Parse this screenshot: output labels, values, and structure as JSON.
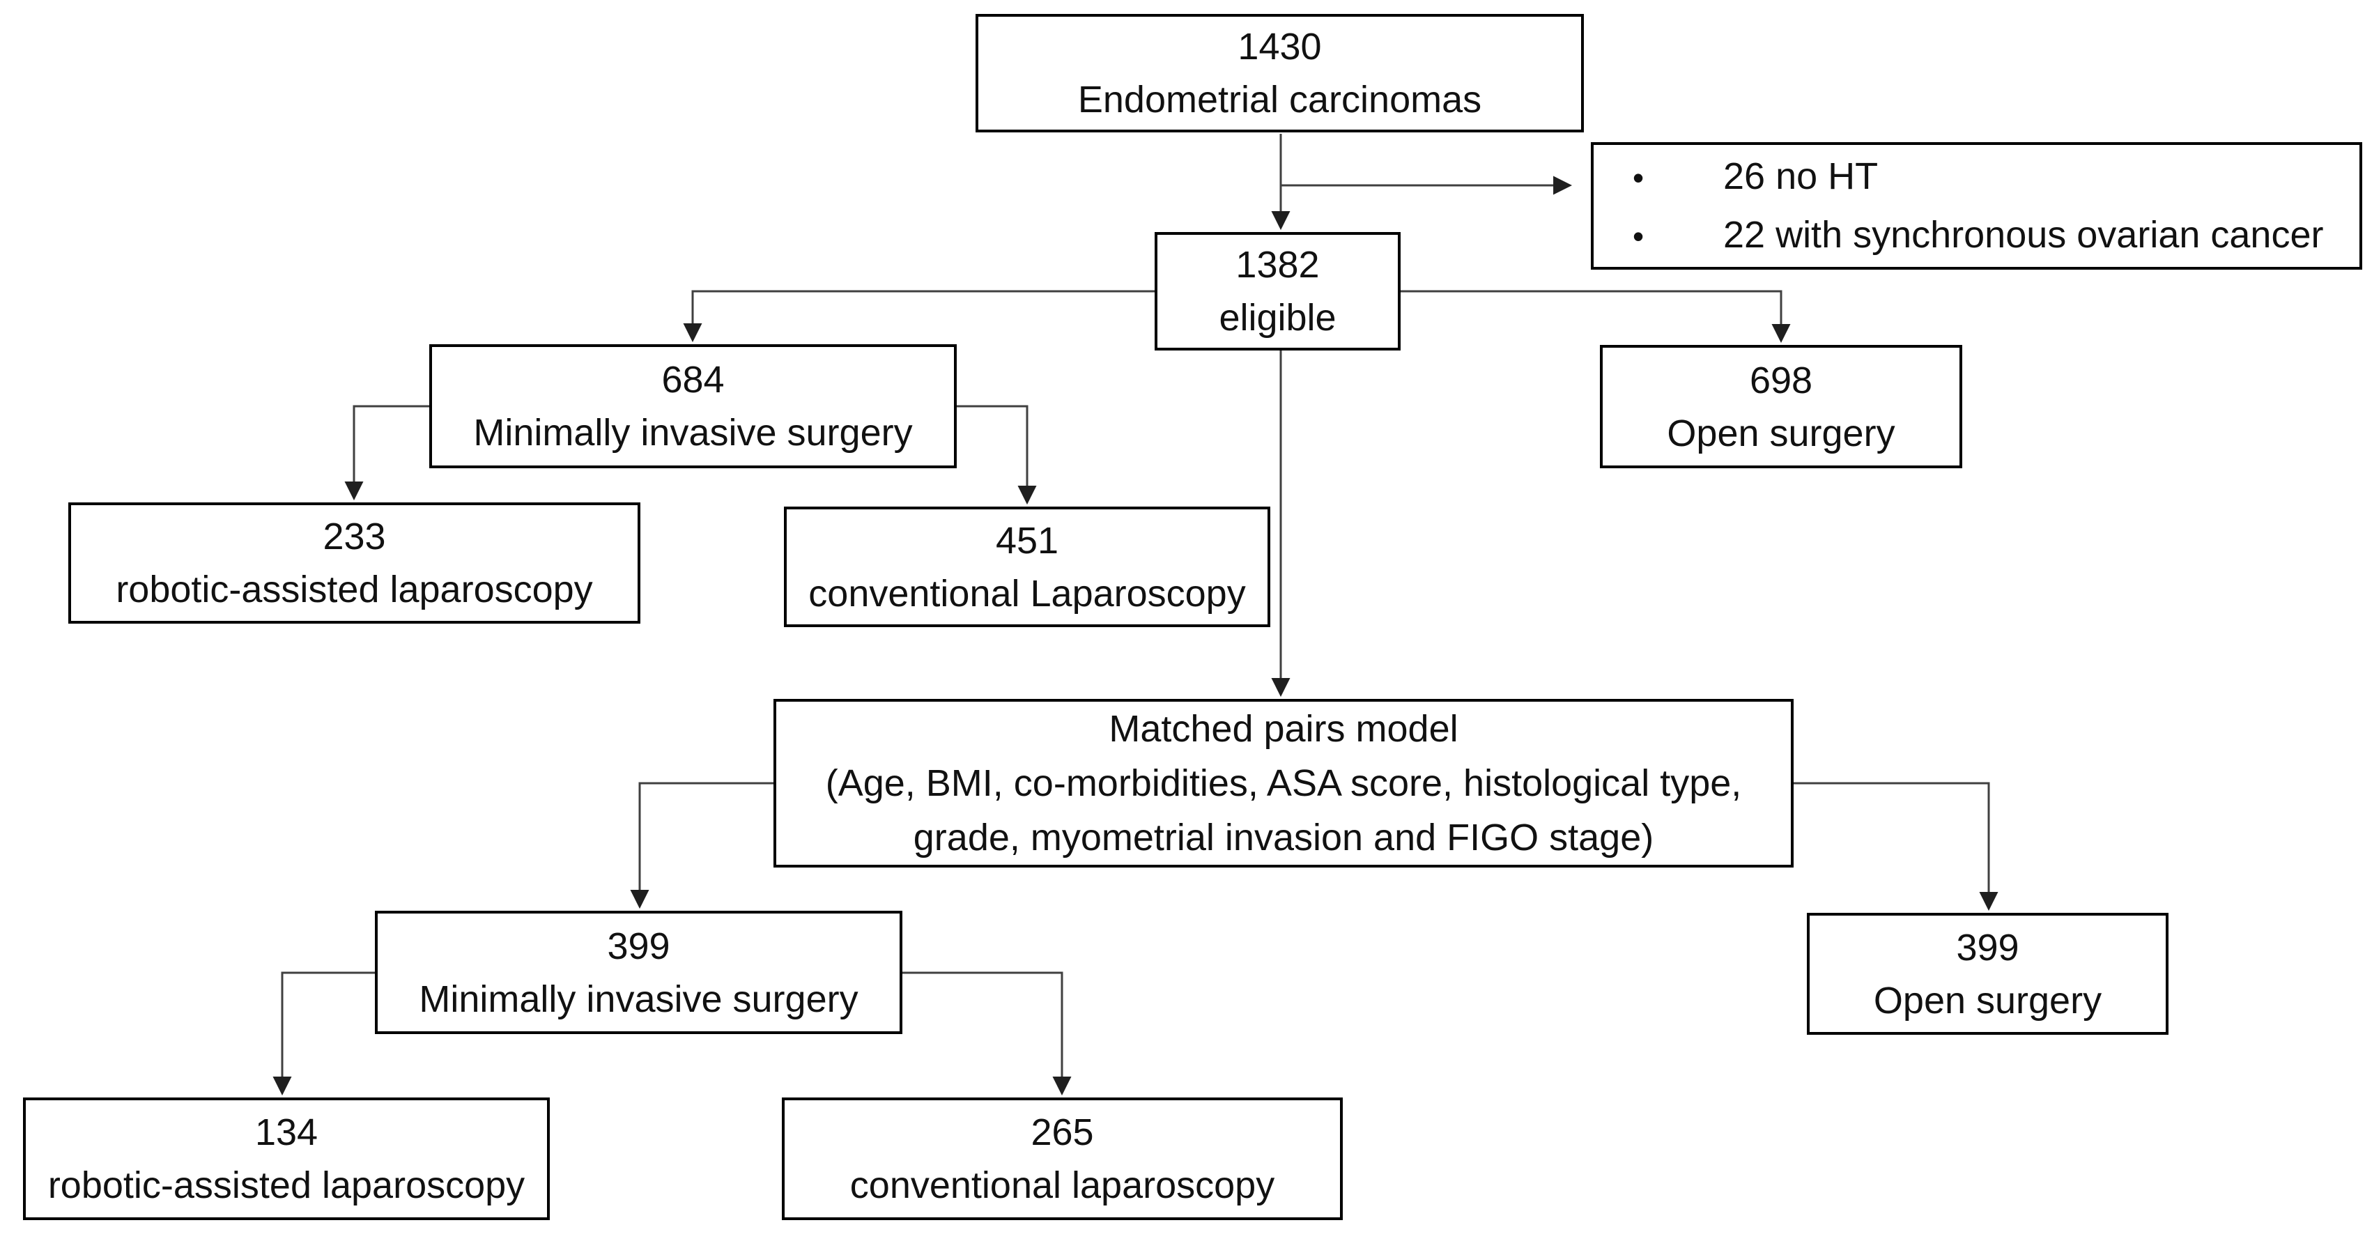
{
  "meta": {
    "background_color": "#ffffff",
    "box_border_color": "#000000",
    "connector_color": "#404040",
    "arrowhead_color": "#1f1f1f",
    "text_color": "#111111"
  },
  "flowchart": {
    "bullet_glyph": "•",
    "nodes": {
      "total": {
        "count": "1430",
        "label": "Endometrial carcinomas"
      },
      "excluded": {
        "items": [
          "26 no HT",
          "22 with synchronous ovarian cancer"
        ]
      },
      "eligible": {
        "count": "1382",
        "label": "eligible"
      },
      "mis_all": {
        "count": "684",
        "label": "Minimally invasive surgery"
      },
      "open_all": {
        "count": "698",
        "label": "Open surgery"
      },
      "robotic_all": {
        "count": "233",
        "label": "robotic-assisted laparoscopy"
      },
      "laparoscopy_all": {
        "count": "451",
        "label": "conventional Laparoscopy"
      },
      "matched": {
        "lines": [
          "Matched pairs model",
          "(Age, BMI, co-morbidities, ASA score, histological type,",
          "grade, myometrial invasion and FIGO stage)"
        ]
      },
      "mis_matched": {
        "count": "399",
        "label": "Minimally invasive surgery"
      },
      "open_matched": {
        "count": "399",
        "label": "Open surgery"
      },
      "robotic_matched": {
        "count": "134",
        "label": "robotic-assisted laparoscopy"
      },
      "laparoscopy_matched": {
        "count": "265",
        "label": "conventional laparoscopy"
      }
    }
  }
}
